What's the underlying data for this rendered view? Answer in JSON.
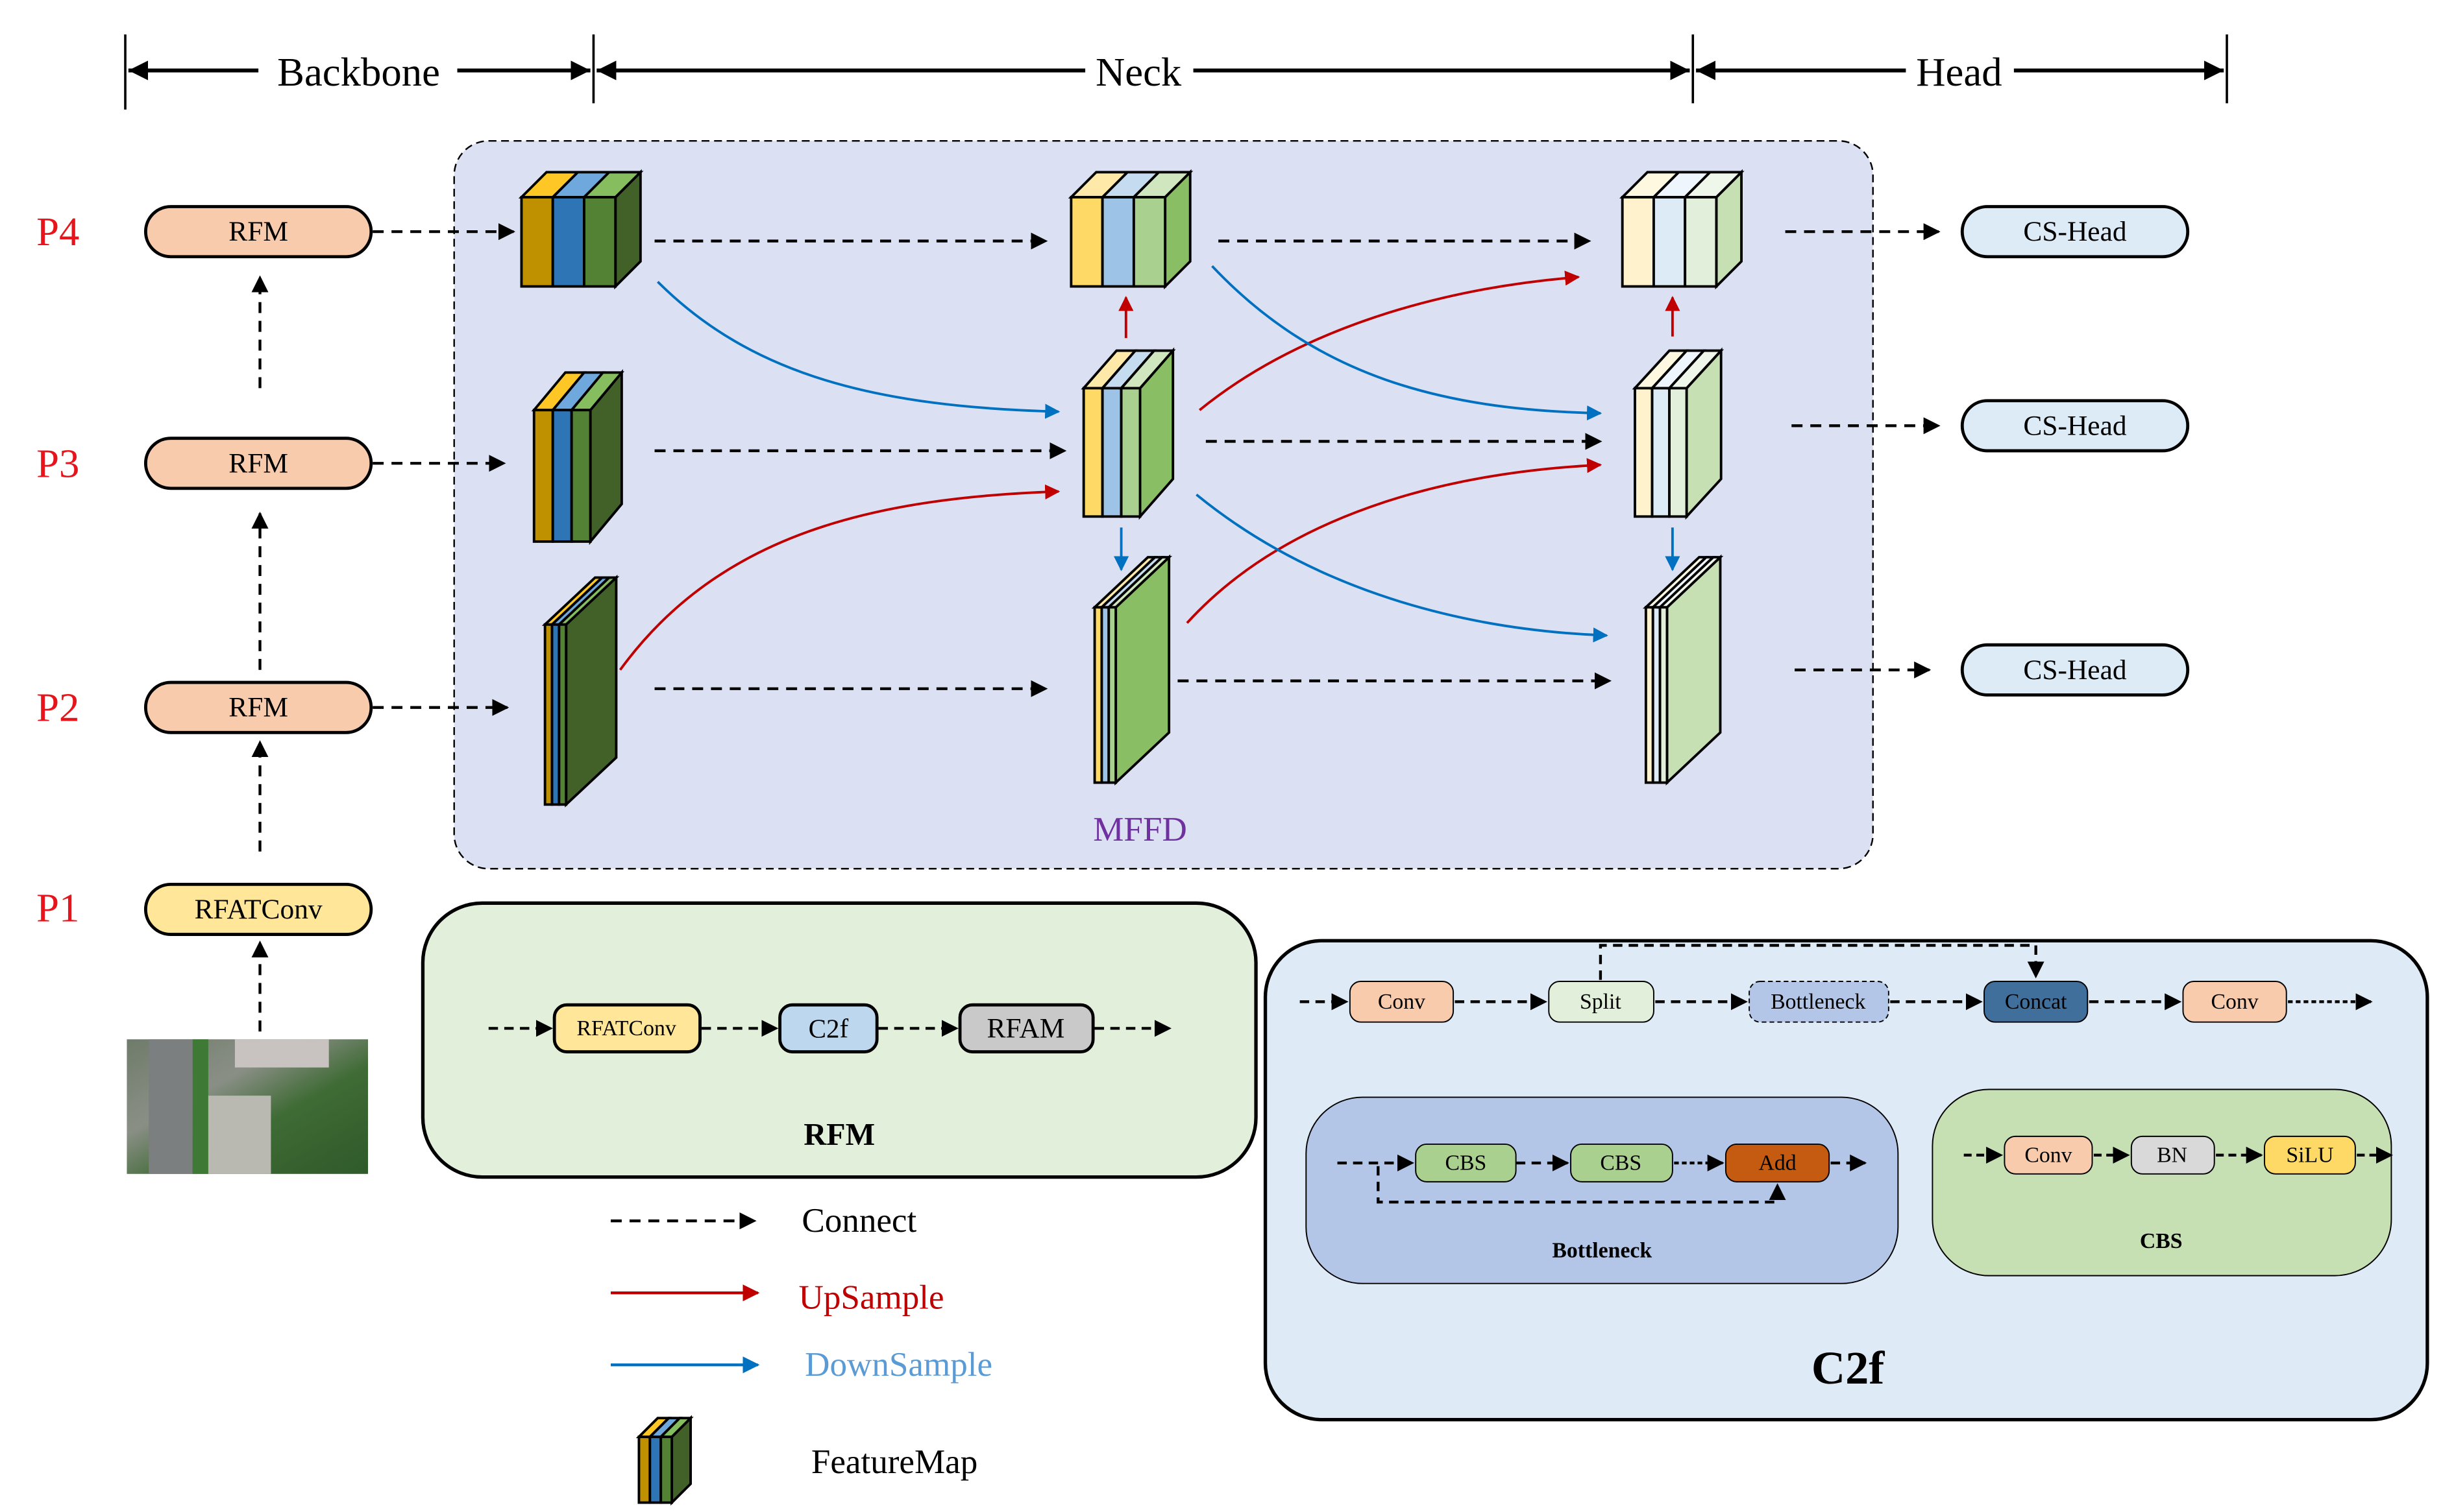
{
  "sections": {
    "backbone": "Backbone",
    "neck": "Neck",
    "head": "Head"
  },
  "levels": [
    "P4",
    "P3",
    "P2",
    "P1"
  ],
  "backbone_modules": {
    "p4": "RFM",
    "p3": "RFM",
    "p2": "RFM",
    "p1": "RFATConv"
  },
  "input_image": "aerial-image",
  "neck_region_label": "MFFD",
  "heads": [
    "CS-Head",
    "CS-Head",
    "CS-Head"
  ],
  "rfm_panel": {
    "title": "RFM",
    "blocks": [
      "RFATConv",
      "C2f",
      "RFAM"
    ]
  },
  "legend": {
    "connect": "Connect",
    "upsample": "UpSample",
    "downsample": "DownSample",
    "featuremap": "FeatureMap"
  },
  "c2f_panel": {
    "title": "C2f",
    "blocks": [
      "Conv",
      "Split",
      "Bottleneck",
      "Concat",
      "Conv"
    ],
    "bottleneck": {
      "title": "Bottleneck",
      "blocks": [
        "CBS",
        "CBS",
        "Add"
      ]
    },
    "cbs": {
      "title": "CBS",
      "blocks": [
        "Conv",
        "BN",
        "SiLU"
      ]
    }
  },
  "colors": {
    "level_label": "#e8141b",
    "upsample": "#c00000",
    "downsample": "#0070c0",
    "downsample_text": "#5b9bd5",
    "mffd_text": "#7030a0",
    "neck_bg": "#dbe1f3",
    "rfm_bg": "#e2efda",
    "c2f_bg": "#deeaf6",
    "rfm_node": "#f8cbad",
    "rfatconv_node": "#ffe699",
    "cshead_node": "#ddebf7"
  }
}
